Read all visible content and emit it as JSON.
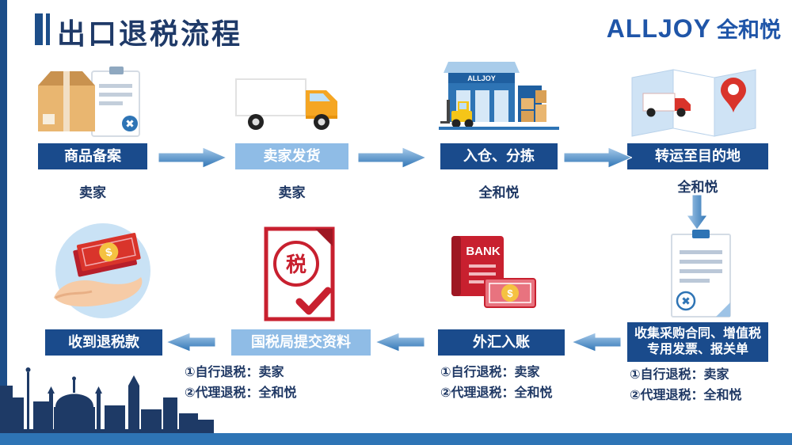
{
  "header": {
    "title": "出口退税流程",
    "logo_latin": "ALLJOY",
    "logo_cjk": "全和悦"
  },
  "steps": {
    "s1": {
      "label": "商品备案",
      "actor": "卖家"
    },
    "s2": {
      "label": "卖家发货",
      "actor": "卖家"
    },
    "s3": {
      "label": "入仓、分拣",
      "actor": "全和悦"
    },
    "s4": {
      "label": "转运至目的地",
      "actor": "全和悦"
    },
    "s5": {
      "label": "收集采购合同、增值税专用发票、报关单",
      "note1": "①自行退税：卖家",
      "note2": "②代理退税：全和悦"
    },
    "s6": {
      "label": "外汇入账",
      "note1": "①自行退税：卖家",
      "note2": "②代理退税：全和悦"
    },
    "s7": {
      "label": "国税局提交资料",
      "note1": "①自行退税：卖家",
      "note2": "②代理退税：全和悦"
    },
    "s8": {
      "label": "收到退税款"
    }
  },
  "icons": {
    "warehouse_text": "ALLJOY",
    "bank_text": "BANK",
    "tax_seal": "税",
    "dollar": "$"
  },
  "colors": {
    "dark_box": "#1A4B8C",
    "light_box": "#8FBCE6",
    "navy_text": "#1F3864",
    "accent_blue": "#2E74B5",
    "logo_blue": "#1F55A8",
    "red": "#C8202F"
  }
}
